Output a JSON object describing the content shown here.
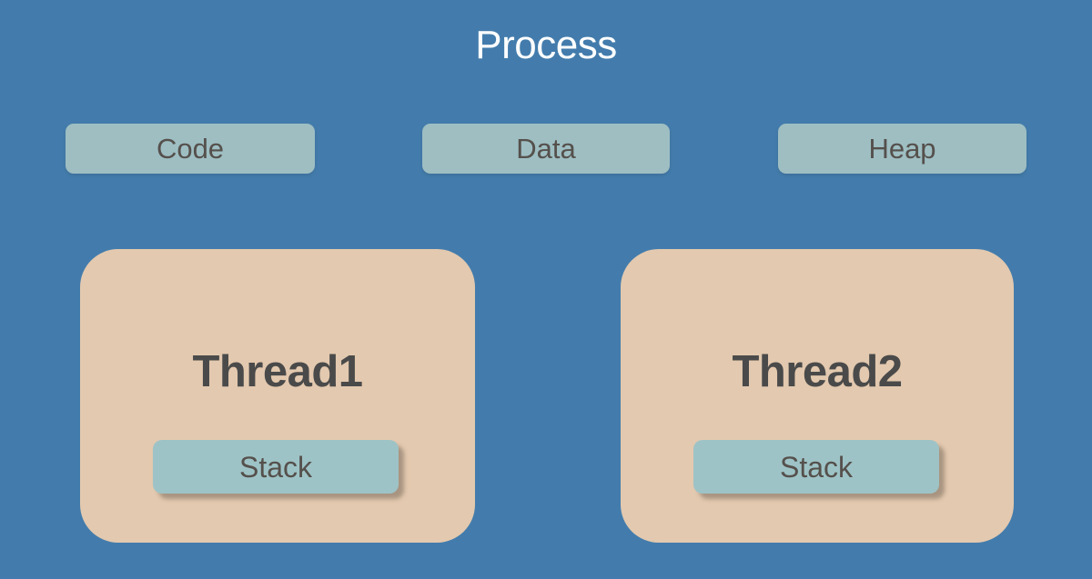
{
  "diagram": {
    "title": "Process",
    "background_color": "#437cac",
    "segments": [
      {
        "label": "Code"
      },
      {
        "label": "Data"
      },
      {
        "label": "Heap"
      }
    ],
    "threads": [
      {
        "label": "Thread1",
        "stack_label": "Stack"
      },
      {
        "label": "Thread2",
        "stack_label": "Stack"
      }
    ],
    "colors": {
      "segment_fill": "#9ebec2",
      "thread_fill": "#e3c9af",
      "stack_fill": "#9ec3c6",
      "title_text": "#ffffff",
      "body_text": "#55504c",
      "thread_text": "#4a4a4a"
    }
  }
}
